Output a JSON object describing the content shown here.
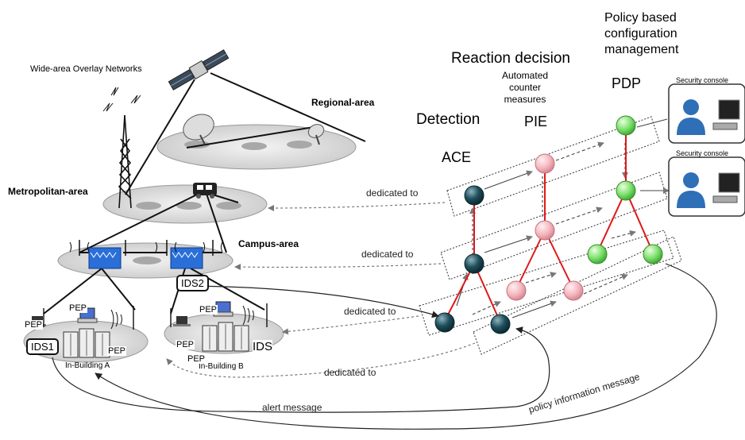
{
  "labels": {
    "wide_area": "Wide-area Overlay Networks",
    "regional": "Regional-area",
    "metropolitan": "Metropolitan-area",
    "campus": "Campus-area",
    "reaction_decision": "Reaction decision",
    "automated": "Automated\ncounter\nmeasures",
    "policy_based": "Policy based\nconfiguration\nmanagement",
    "detection": "Detection",
    "pie": "PIE",
    "pdp": "PDP",
    "ace": "ACE",
    "security_console_1": "Security console",
    "security_console_2": "Security console",
    "ids1": "IDS1",
    "ids2": "IDS2",
    "ids": "IDS",
    "in_building_a": "In-Building A",
    "in_building_b": "In-Building B",
    "pep": "PEP"
  },
  "edges": {
    "dedicated_1": "dedicated to",
    "dedicated_2": "dedicated to",
    "dedicated_3": "dedicated to",
    "dedicated_4": "dedicated to",
    "alert": "alert message",
    "policy": "policy information message"
  },
  "colors": {
    "ace_node": "#1f4f5c",
    "pie_node": "#f5b8bf",
    "pdp_node": "#7ee06e",
    "edge_red": "#e01818",
    "user_blue": "#2f6fb8"
  },
  "icons": [
    "satellite-icon",
    "dish-icon",
    "radio-tower-icon",
    "vehicle-icon",
    "switch-icon",
    "laptop-icon",
    "computer-icon",
    "server-rack-icon",
    "user-icon",
    "monitor-icon"
  ]
}
